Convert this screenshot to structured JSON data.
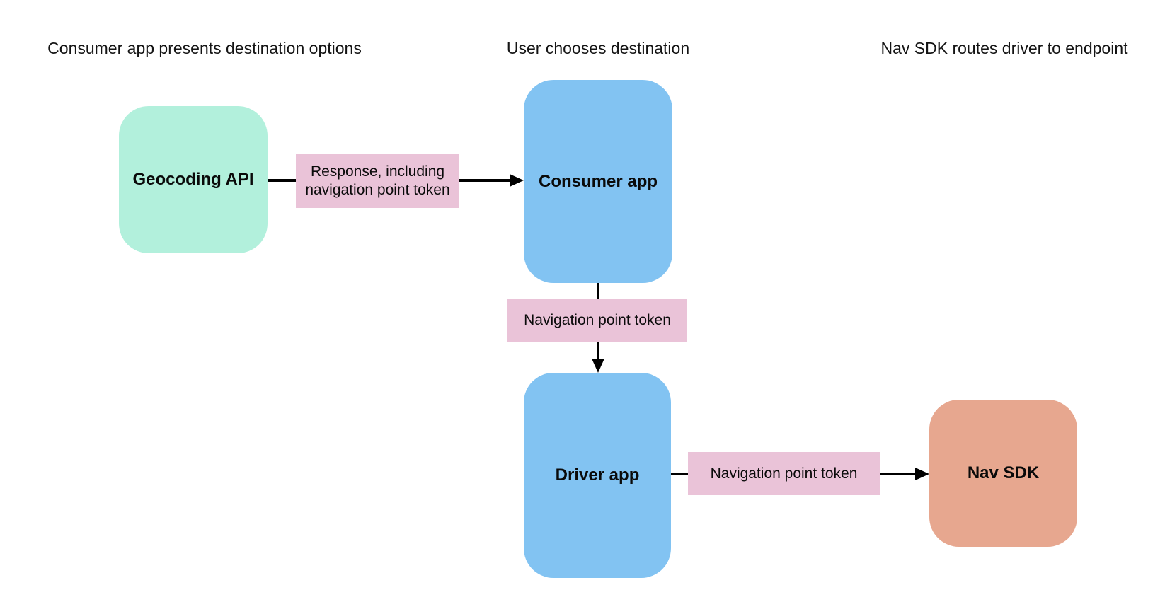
{
  "diagram": {
    "headers": {
      "col1": "Consumer app presents destination options",
      "col2": "User chooses destination",
      "col3": "Nav SDK routes driver to endpoint"
    },
    "nodes": {
      "geocoding_api": {
        "label": "Geocoding API",
        "color": "#b2f0dc"
      },
      "consumer_app": {
        "label": "Consumer app",
        "color": "#82c3f2"
      },
      "driver_app": {
        "label": "Driver app",
        "color": "#82c3f2"
      },
      "nav_sdk": {
        "label": "Nav SDK",
        "color": "#e7a78f"
      }
    },
    "edge_labels": {
      "response": {
        "label": "Response, including navigation point token",
        "color": "#eac3d8"
      },
      "token_consumer_driver": {
        "label": "Navigation point token",
        "color": "#eac3d8"
      },
      "token_driver_navsdk": {
        "label": "Navigation point token",
        "color": "#eac3d8"
      }
    },
    "colors": {
      "background": "#ffffff",
      "arrow": "#000000",
      "text": "#141414"
    }
  }
}
